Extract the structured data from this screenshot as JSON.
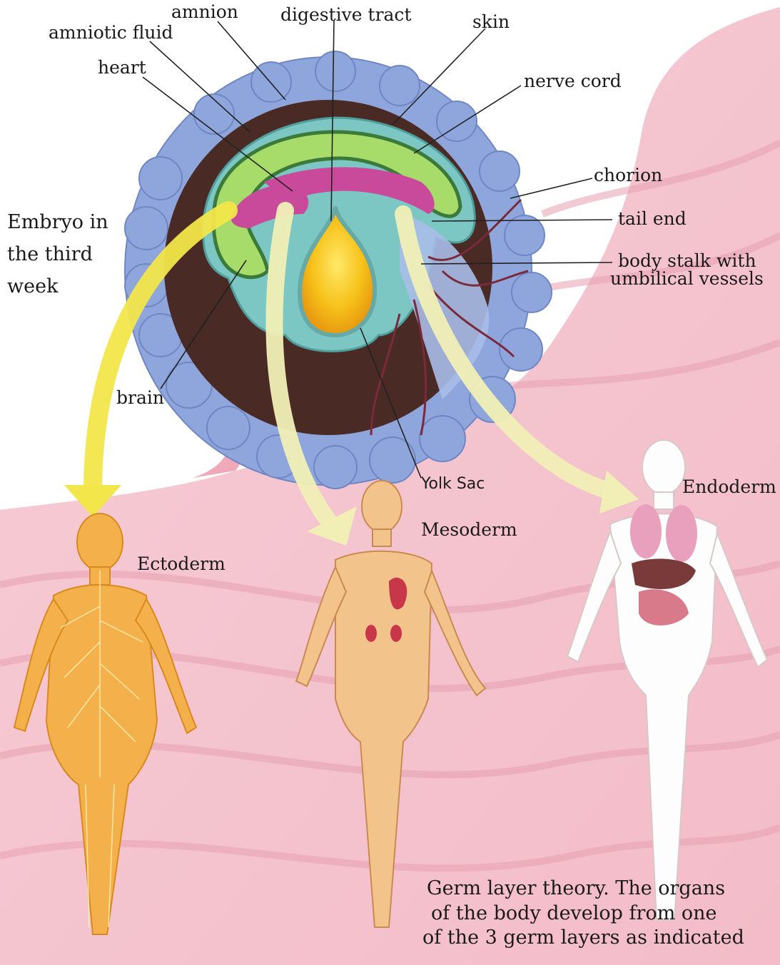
{
  "labels": {
    "amnion": "amnion",
    "digestive_tract": "digestive tract",
    "skin": "skin",
    "amniotic_fluid": "amniotic fluid",
    "heart": "heart",
    "nerve_cord": "nerve cord",
    "chorion": "chorion",
    "tail_end": "tail end",
    "body_stalk_line1": "body stalk with",
    "body_stalk_line2": "umbilical vessels",
    "embryo_line1": "Embryo in",
    "embryo_line2": "the third",
    "embryo_line3": "week",
    "brain": "brain",
    "yolk_sac": "Yolk Sac",
    "endoderm": "Endoderm",
    "mesoderm": "Mesoderm",
    "ectoderm": "Ectoderm"
  },
  "caption": {
    "line1": "Germ layer theory.  The organs",
    "line2": "of the body develop from one",
    "line3": "of the 3 germ layers as indicated"
  },
  "colors": {
    "tissue_pink": "#f4c2cc",
    "tissue_stripe": "#e9a3b3",
    "villi_blue": "#8fa6dc",
    "chorion_dark": "#4a2a24",
    "amnion_teal": "#7cc6c4",
    "ectoderm_green": "#a8dc6a",
    "neural_magenta": "#c94a9a",
    "yolk_yellow": "#f7c21a",
    "arrow_ectoderm": "#f2e64a",
    "arrow_other": "#f1efb6",
    "ectoderm_body": "#f4b04a",
    "mesoderm_body": "#f2c48c",
    "endoderm_body": "#fdfdfd"
  }
}
